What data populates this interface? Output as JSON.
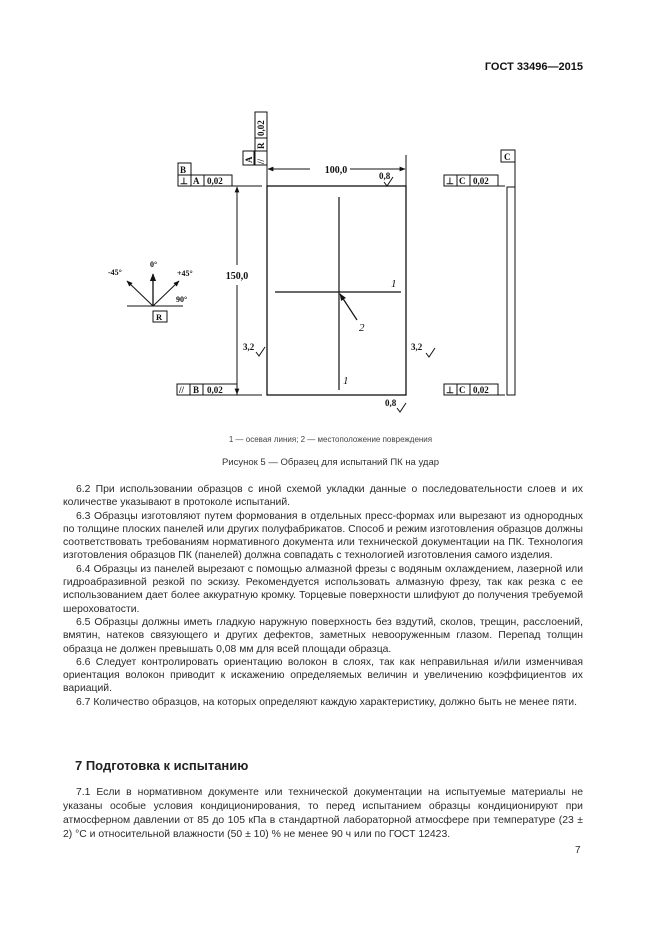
{
  "header": {
    "doc_code": "ГОСТ 33496—2015"
  },
  "figure": {
    "dimensions": {
      "width": "100,0",
      "height": "150,0"
    },
    "roughness": {
      "top": "0,8",
      "bottom": "0,8",
      "left": "3,2",
      "right": "3,2"
    },
    "datums": {
      "a": "A",
      "b": "B",
      "c": "C",
      "r": "R"
    },
    "tolerances": {
      "top_left": {
        "symbol": "⊥",
        "datum": "A",
        "value": "0,02"
      },
      "bottom_left": {
        "symbol": "//",
        "datum": "B",
        "value": "0,02"
      },
      "top_vertical": {
        "symbol": "//",
        "datum": "R",
        "value": "0,02"
      },
      "right_top": {
        "symbol": "⊥",
        "datum": "C",
        "value": "0,02"
      },
      "right_bottom": {
        "symbol": "⊥",
        "datum": "C",
        "value": "0,02"
      }
    },
    "orientation": {
      "up": "0°",
      "left": "-45°",
      "right": "+45°",
      "horizontal": "90°"
    },
    "labels": {
      "axis": "1",
      "damage": "2"
    },
    "legend": "1 — осевая линия; 2 — местоположение повреждения",
    "caption": "Рисунок 5 — Образец для испытаний ПК на удар"
  },
  "paragraphs": [
    "6.2 При использовании образцов с иной схемой укладки данные о последовательности слоев и их количестве указывают в протоколе испытаний.",
    "6.3 Образцы изготовляют путем формования в отдельных пресс-формах или вырезают из одно­родных по толщине плоских панелей или других полуфабрикатов. Способ и режим изготовления об­разцов должны соответствовать требованиям нормативного документа или технической документации на ПК. Технология изготовления образцов ПК (панелей) должна совпадать с технологией изготовления самого изделия.",
    "6.4 Образцы из панелей вырезают с помощью алмазной фрезы с водяным охлаждением, лазер­ной или гидроабразивной резкой по эскизу. Рекомендуется использовать алмазную фрезу, так как резка с ее использованием дает более аккуратную кромку. Торцевые поверхности шлифуют до получения требуемой шероховатости.",
    "6.5 Образцы должны иметь гладкую наружную поверхность без вздутий, сколов, трещин, рас­слоений, вмятин, натеков связующего и других дефектов, заметных невооруженным глазом. Перепад толщин образца не должен превышать 0,08 мм для всей площади образца.",
    "6.6 Следует контролировать ориентацию волокон в слоях, так как неправильная и/или изменчивая ориентация волокон приводит к искажению определяемых величин и увеличению коэффициентов их вариаций.",
    "6.7 Количество образцов, на которых определяют каждую характеристику, должно быть не менее пяти."
  ],
  "section7": {
    "heading": "7 Подготовка к испытанию",
    "p71": "7.1 Если в нормативном документе или технической документации на испытуемые материалы не указаны особые условия кондиционирования, то перед испытанием образцы кондиционируют при атмосферном давлении от 85 до 105 кПа в стандартной лабораторной атмосфере при температуре (23 ± 2) °С и относительной влажности (50 ± 10) % не менее 90 ч или по ГОСТ 12423."
  },
  "page_number": "7"
}
